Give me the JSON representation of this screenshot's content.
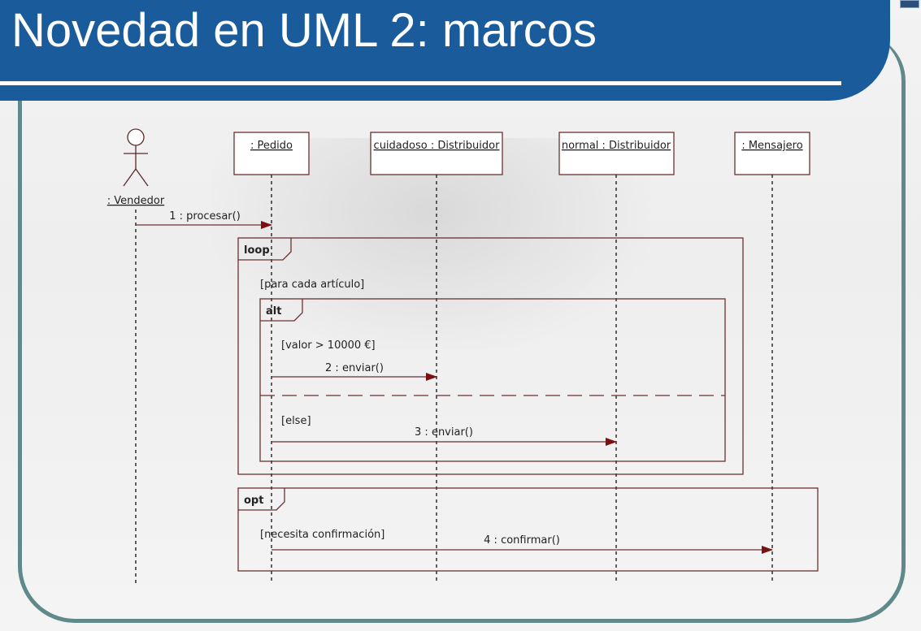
{
  "slide": {
    "title": "Novedad en UML 2: marcos"
  },
  "diagram": {
    "actor": {
      "label": ": Vendedor"
    },
    "lifelines": [
      {
        "id": "pedido",
        "label": ": Pedido"
      },
      {
        "id": "cuidadoso",
        "label": "cuidadoso : Distribuidor"
      },
      {
        "id": "normal",
        "label": "normal : Distribuidor"
      },
      {
        "id": "mensajero",
        "label": ": Mensajero"
      }
    ],
    "messages": [
      {
        "label": "1 : procesar()",
        "from": "vendedor",
        "to": "pedido"
      },
      {
        "label": "2 : enviar()",
        "from": "pedido",
        "to": "cuidadoso"
      },
      {
        "label": "3 : enviar()",
        "from": "pedido",
        "to": "normal"
      },
      {
        "label": "4 : confirmar()",
        "from": "pedido",
        "to": "mensajero"
      }
    ],
    "fragments": {
      "loop": {
        "operator": "loop",
        "guard": "[para cada artículo]"
      },
      "alt": {
        "operator": "alt",
        "guard_if": "[valor > 10000 €]",
        "guard_else": "[else]"
      },
      "opt": {
        "operator": "opt",
        "guard": "[necesita confirmación]"
      }
    },
    "colors": {
      "line": "#6e3030",
      "arrow": "#7a1010",
      "header": "#1a5b9b",
      "frame": "#5f8a89"
    }
  }
}
